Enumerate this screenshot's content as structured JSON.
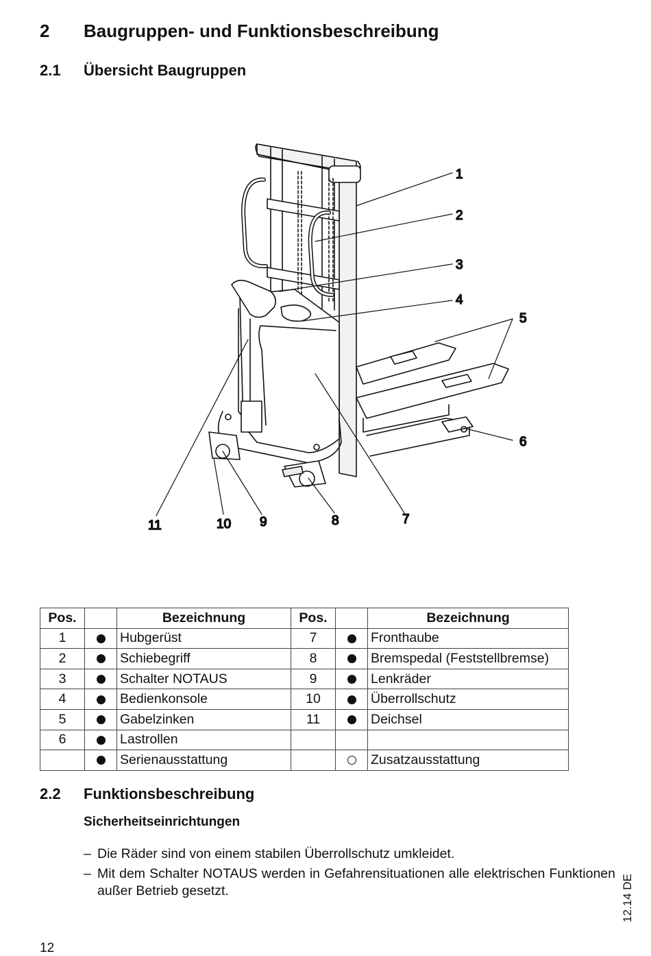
{
  "chapter": {
    "number": "2",
    "title": "Baugruppen- und Funktionsbeschreibung"
  },
  "section1": {
    "number": "2.1",
    "title": "Übersicht Baugruppen"
  },
  "figure": {
    "callouts": [
      "1",
      "2",
      "3",
      "4",
      "5",
      "6",
      "7",
      "8",
      "9",
      "10",
      "11"
    ]
  },
  "table": {
    "headers": {
      "pos": "Pos.",
      "name": "Bezeichnung"
    },
    "rows": [
      {
        "pos": "1",
        "name": "Hubgerüst",
        "pos2": "7",
        "name2": "Fronthaube"
      },
      {
        "pos": "2",
        "name": "Schiebegriff",
        "pos2": "8",
        "name2": "Bremspedal (Feststellbremse)"
      },
      {
        "pos": "3",
        "name": "Schalter NOTAUS",
        "pos2": "9",
        "name2": "Lenkräder"
      },
      {
        "pos": "4",
        "name": "Bedienkonsole",
        "pos2": "10",
        "name2": "Überrollschutz"
      },
      {
        "pos": "5",
        "name": "Gabelzinken",
        "pos2": "11",
        "name2": "Deichsel"
      },
      {
        "pos": "6",
        "name": "Lastrollen",
        "pos2": "",
        "name2": ""
      }
    ],
    "legend": {
      "standard": "Serienausstattung",
      "optional": "Zusatzausstattung"
    }
  },
  "section2": {
    "number": "2.2",
    "title": "Funktionsbeschreibung",
    "subheading": "Sicherheitseinrichtungen",
    "bullets": [
      "Die Räder sind von einem stabilen Überrollschutz umkleidet.",
      "Mit dem Schalter NOTAUS werden in Gefahrensituationen alle elektrischen Funktionen außer Betrieb gesetzt."
    ]
  },
  "footer": {
    "page_number": "12",
    "doc_version": "12.14 DE"
  }
}
